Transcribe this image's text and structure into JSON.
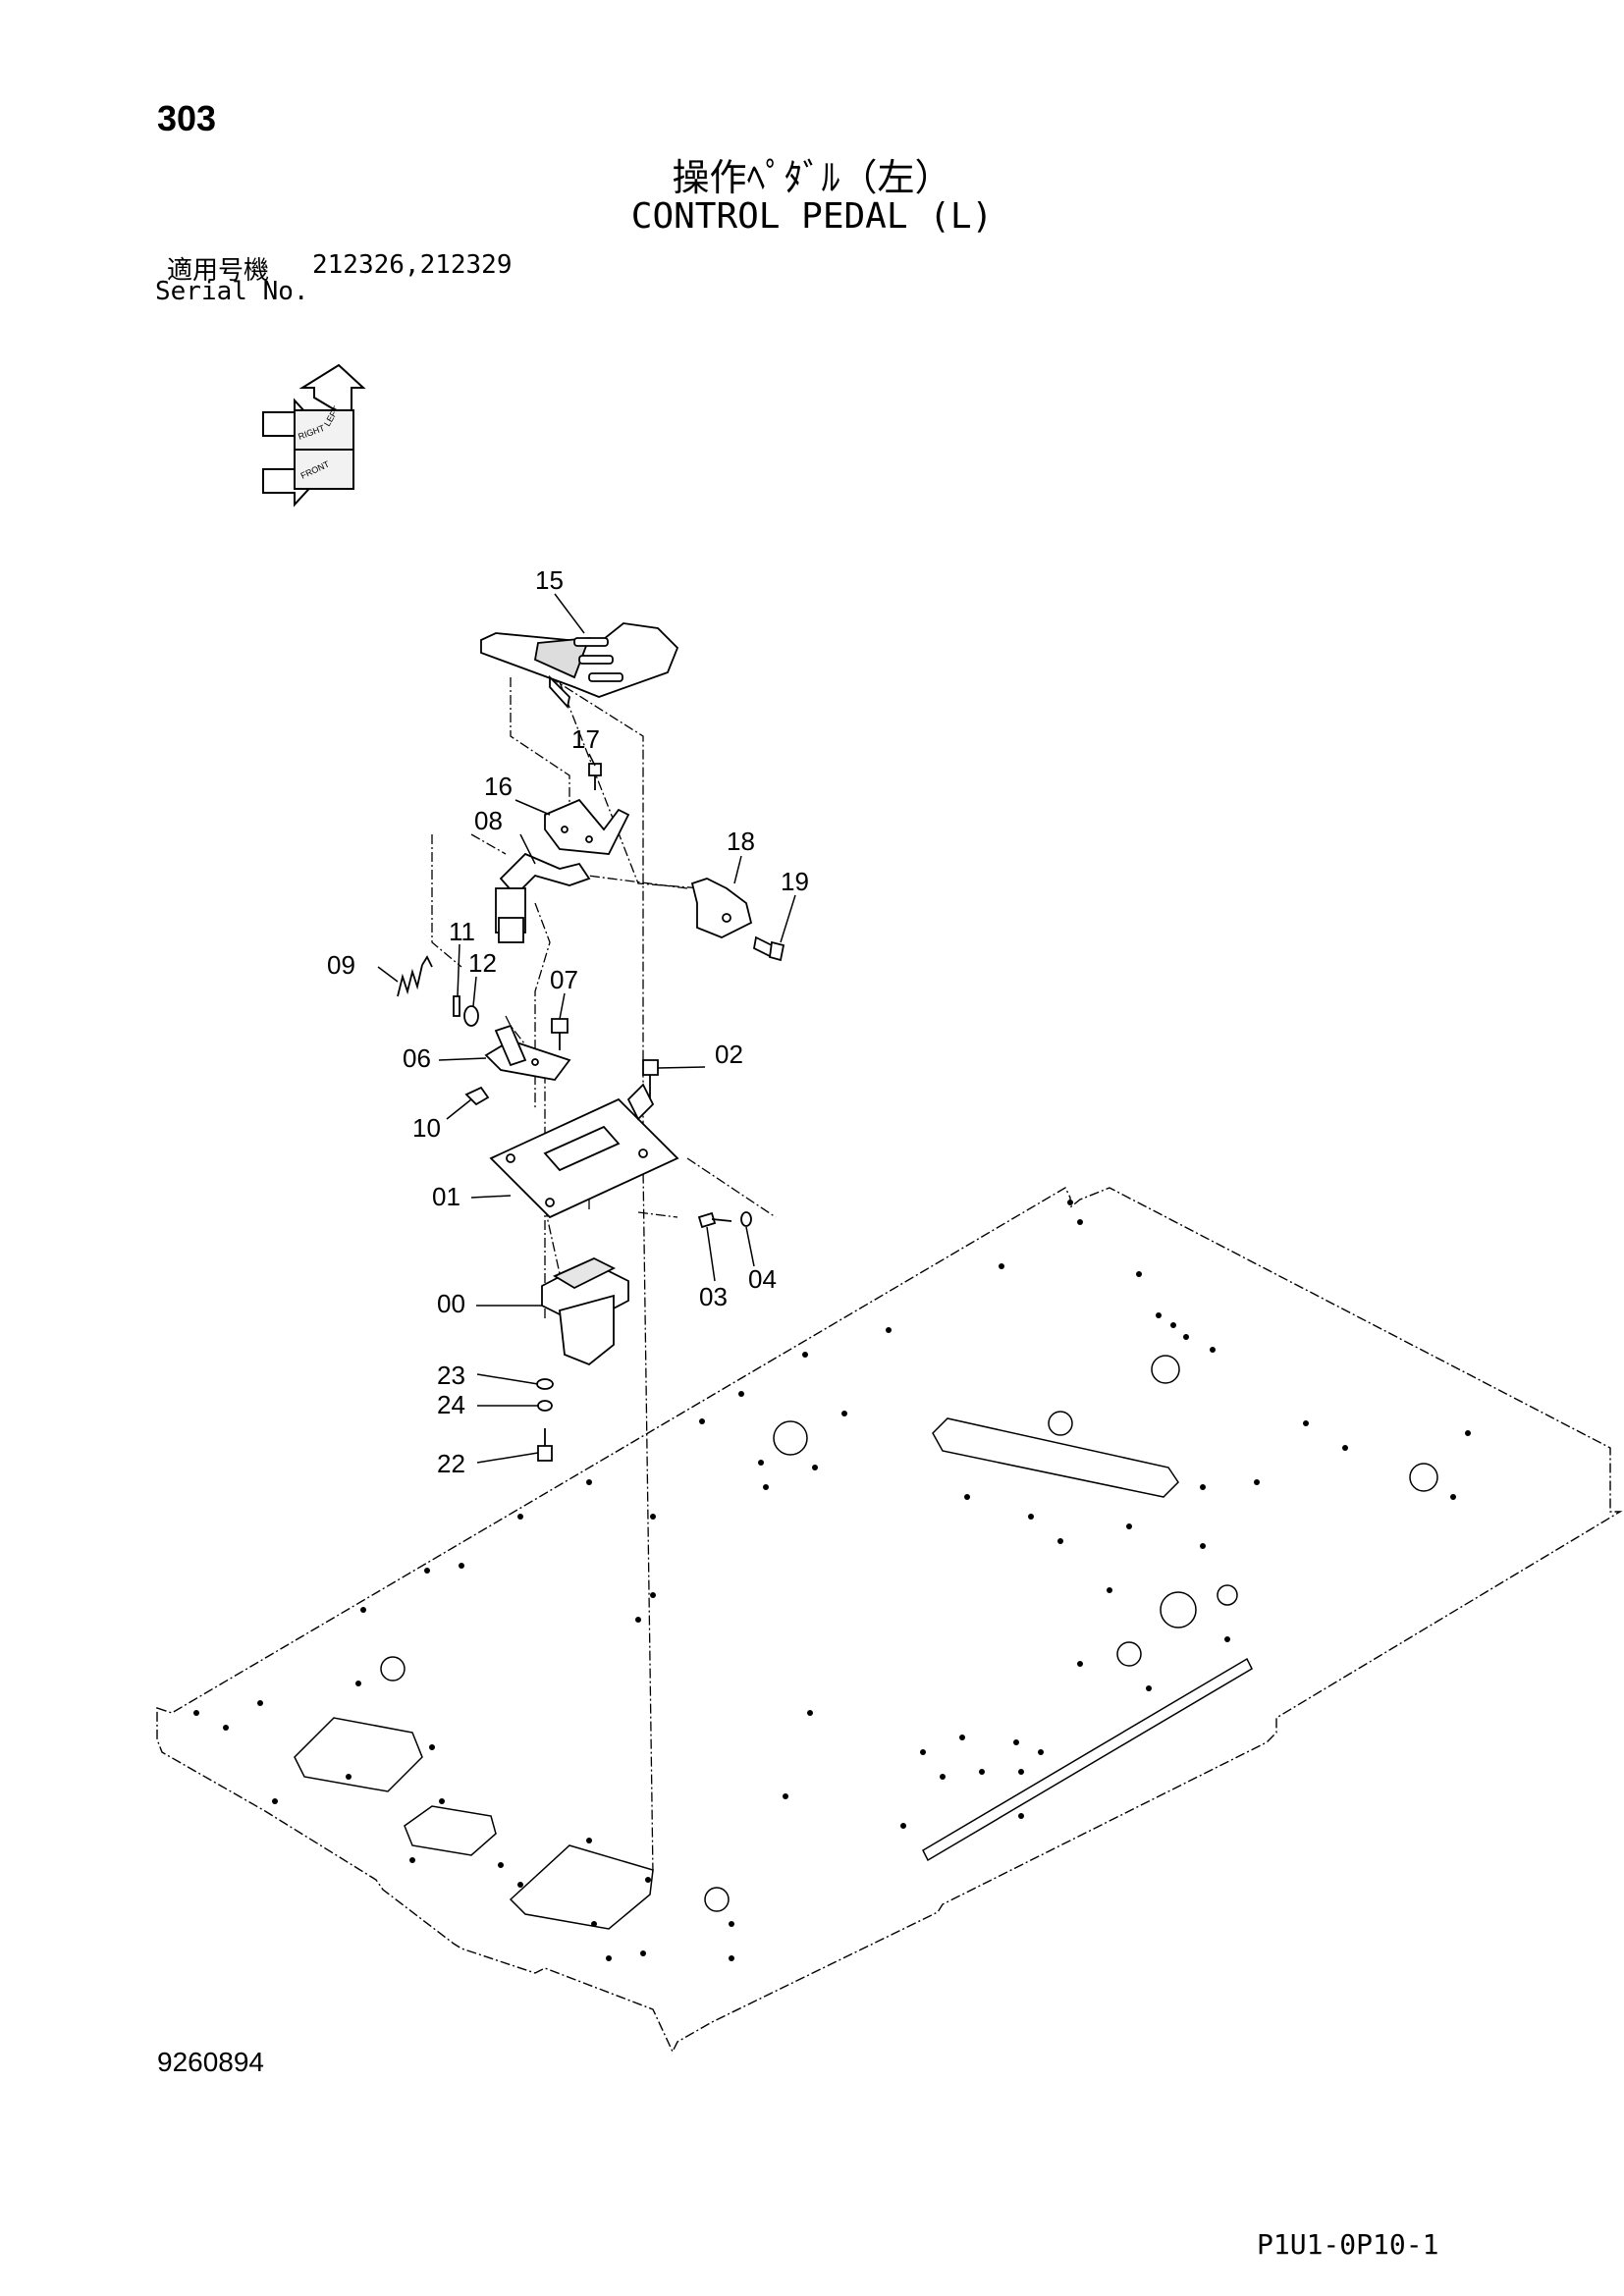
{
  "page_number": "303",
  "title_ja": "操作ﾍﾟﾀﾞﾙ（左）",
  "title_en": "CONTROL PEDAL (L)",
  "serial": {
    "label_ja": "適用号機",
    "label_en": "Serial No.",
    "numbers": "212326,212329"
  },
  "orientation_icon": {
    "icon": "orientation-arrows-icon",
    "labels": [
      "LEFT",
      "RIGHT",
      "FRONT"
    ]
  },
  "callouts": [
    "15",
    "17",
    "16",
    "08",
    "18",
    "19",
    "11",
    "09",
    "12",
    "07",
    "06",
    "02",
    "10",
    "01",
    "03",
    "04",
    "00",
    "23",
    "24",
    "22"
  ],
  "drawing_number": "9260894",
  "page_code": "P1U1-0P10-1"
}
